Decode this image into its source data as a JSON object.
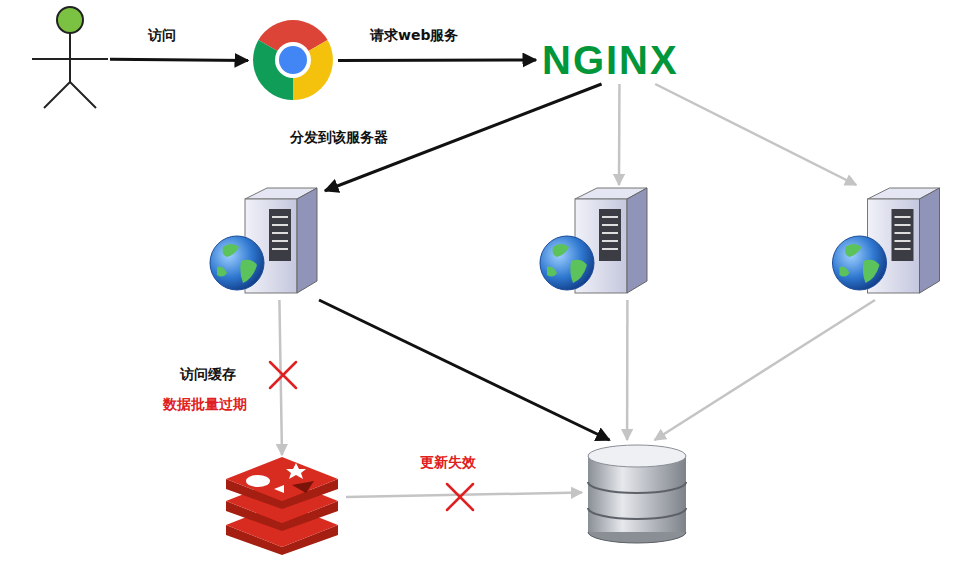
{
  "diagram": {
    "nodes": [
      {
        "text": []
      },
      {
        "text": []
      },
      {
        "text": [
          "NGINX"
        ]
      },
      {
        "text": []
      },
      {
        "text": []
      },
      {
        "text": []
      },
      {
        "text": []
      },
      {
        "text": []
      }
    ],
    "edges": [
      {
        "from": 0,
        "to": 1,
        "arrow": "to",
        "label": "访问"
      },
      {
        "from": 1,
        "to": 2,
        "arrow": "to",
        "label": "请求web服务"
      },
      {
        "from": 2,
        "to": 3,
        "arrow": "to",
        "label": "分发到该服务器"
      },
      {
        "from": 2,
        "to": 4,
        "arrow": "to"
      },
      {
        "from": 2,
        "to": 5,
        "arrow": "to"
      },
      {
        "from": 3,
        "to": 6,
        "arrow": "to",
        "label": "访问缓存"
      },
      {
        "from": 3,
        "to": 7,
        "arrow": "to"
      },
      {
        "from": 4,
        "to": 7,
        "arrow": "to"
      },
      {
        "from": 5,
        "to": 7,
        "arrow": "to"
      },
      {
        "from": 6,
        "to": 7,
        "arrow": "to",
        "label": "更新失效"
      }
    ],
    "labels": [
      "数据批量过期"
    ]
  }
}
